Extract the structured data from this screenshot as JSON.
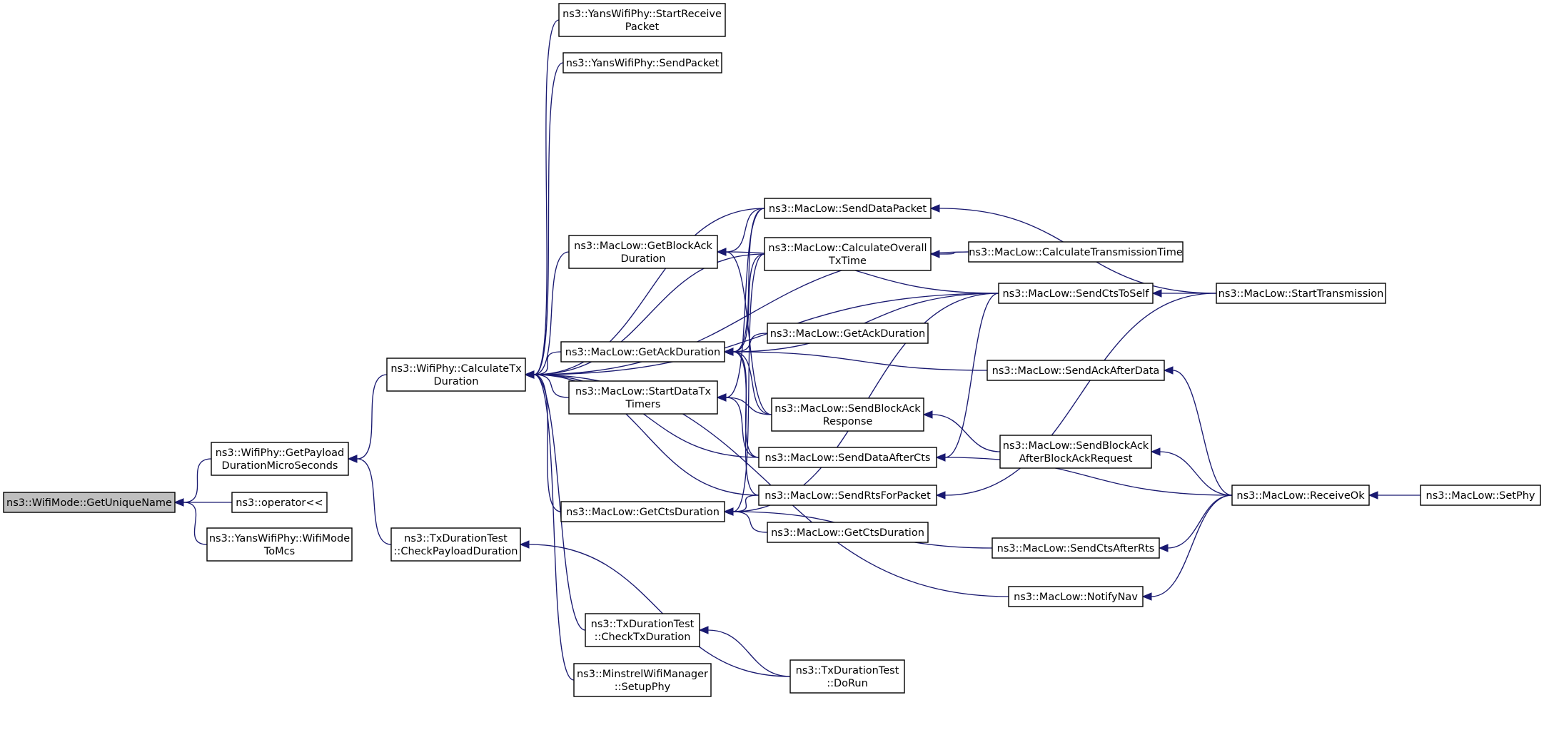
{
  "colors": {
    "edge": "#191970",
    "root_fill": "#bfbfbf",
    "node_fill": "#ffffff",
    "border": "#000000"
  },
  "nodes": {
    "wifimode_getuniquename": {
      "lines": [
        "ns3::WifiMode::GetUniqueName"
      ]
    },
    "wifiphy_getpayload": {
      "lines": [
        "ns3::WifiPhy::GetPayload",
        "DurationMicroSeconds"
      ]
    },
    "operator_lshift": {
      "lines": [
        "ns3::operator<<"
      ]
    },
    "yans_wifimodetomcs": {
      "lines": [
        "ns3::YansWifiPhy::WifiMode",
        "ToMcs"
      ]
    },
    "wifiphy_calculatetx": {
      "lines": [
        "ns3::WifiPhy::CalculateTx",
        "Duration"
      ]
    },
    "txdurationtest_checkpayload": {
      "lines": [
        "ns3::TxDurationTest",
        "::CheckPayloadDuration"
      ]
    },
    "yans_startreceive": {
      "lines": [
        "ns3::YansWifiPhy::StartReceive",
        "Packet"
      ]
    },
    "yans_sendpacket": {
      "lines": [
        "ns3::YansWifiPhy::SendPacket"
      ]
    },
    "maclow_getblockack": {
      "lines": [
        "ns3::MacLow::GetBlockAck",
        "Duration"
      ]
    },
    "maclow_getackduration": {
      "lines": [
        "ns3::MacLow::GetAckDuration"
      ]
    },
    "maclow_startdatatx": {
      "lines": [
        "ns3::MacLow::StartDataTx",
        "Timers"
      ]
    },
    "maclow_getctsduration": {
      "lines": [
        "ns3::MacLow::GetCtsDuration"
      ]
    },
    "txdurationtest_checktx": {
      "lines": [
        "ns3::TxDurationTest",
        "::CheckTxDuration"
      ]
    },
    "minstrel_setupphy": {
      "lines": [
        "ns3::MinstrelWifiManager",
        "::SetupPhy"
      ]
    },
    "maclow_senddatapacket": {
      "lines": [
        "ns3::MacLow::SendDataPacket"
      ]
    },
    "maclow_calculateoverall": {
      "lines": [
        "ns3::MacLow::CalculateOverall",
        "TxTime"
      ]
    },
    "maclow_getackduration2": {
      "lines": [
        "ns3::MacLow::GetAckDuration"
      ]
    },
    "maclow_sendblockackresponse": {
      "lines": [
        "ns3::MacLow::SendBlockAck",
        "Response"
      ]
    },
    "maclow_senddataafterects": {
      "lines": [
        "ns3::MacLow::SendDataAfterCts"
      ]
    },
    "maclow_sendrtsforpacket": {
      "lines": [
        "ns3::MacLow::SendRtsForPacket"
      ]
    },
    "maclow_getctsduration2": {
      "lines": [
        "ns3::MacLow::GetCtsDuration"
      ]
    },
    "txdurationtest_dorun": {
      "lines": [
        "ns3::TxDurationTest",
        "::DoRun"
      ]
    },
    "maclow_calctransmissiontime": {
      "lines": [
        "ns3::MacLow::CalculateTransmissionTime"
      ]
    },
    "maclow_sendctstoself": {
      "lines": [
        "ns3::MacLow::SendCtsToSelf"
      ]
    },
    "maclow_sendackafterdata": {
      "lines": [
        "ns3::MacLow::SendAckAfterData"
      ]
    },
    "maclow_sendblockackafterbar": {
      "lines": [
        "ns3::MacLow::SendBlockAck",
        "AfterBlockAckRequest"
      ]
    },
    "maclow_sendctsafterrts": {
      "lines": [
        "ns3::MacLow::SendCtsAfterRts"
      ]
    },
    "maclow_notifynav": {
      "lines": [
        "ns3::MacLow::NotifyNav"
      ]
    },
    "maclow_starttransmission": {
      "lines": [
        "ns3::MacLow::StartTransmission"
      ]
    },
    "maclow_receiveok": {
      "lines": [
        "ns3::MacLow::ReceiveOk"
      ]
    },
    "maclow_setphy": {
      "lines": [
        "ns3::MacLow::SetPhy"
      ]
    }
  },
  "edges": [
    [
      "wifimode_getuniquename",
      "wifiphy_getpayload"
    ],
    [
      "wifimode_getuniquename",
      "operator_lshift"
    ],
    [
      "wifimode_getuniquename",
      "yans_wifimodetomcs"
    ],
    [
      "wifiphy_getpayload",
      "wifiphy_calculatetx"
    ],
    [
      "wifiphy_getpayload",
      "txdurationtest_checkpayload"
    ],
    [
      "wifiphy_calculatetx",
      "yans_startreceive"
    ],
    [
      "wifiphy_calculatetx",
      "yans_sendpacket"
    ],
    [
      "wifiphy_calculatetx",
      "maclow_getblockack"
    ],
    [
      "wifiphy_calculatetx",
      "maclow_getackduration"
    ],
    [
      "wifiphy_calculatetx",
      "maclow_startdatatx"
    ],
    [
      "wifiphy_calculatetx",
      "maclow_getctsduration"
    ],
    [
      "wifiphy_calculatetx",
      "txdurationtest_checktx"
    ],
    [
      "wifiphy_calculatetx",
      "minstrel_setupphy"
    ],
    [
      "wifiphy_calculatetx",
      "maclow_senddatapacket"
    ],
    [
      "wifiphy_calculatetx",
      "maclow_calculateoverall"
    ],
    [
      "wifiphy_calculatetx",
      "maclow_senddataafterects"
    ],
    [
      "wifiphy_calculatetx",
      "maclow_sendrtsforpacket"
    ],
    [
      "wifiphy_calculatetx",
      "maclow_calctransmissiontime"
    ],
    [
      "wifiphy_calculatetx",
      "maclow_sendctstoself"
    ],
    [
      "wifiphy_calculatetx",
      "maclow_notifynav"
    ],
    [
      "txdurationtest_checkpayload",
      "txdurationtest_dorun"
    ],
    [
      "maclow_getblockack",
      "maclow_senddatapacket"
    ],
    [
      "maclow_getblockack",
      "maclow_sendctstoself"
    ],
    [
      "maclow_getblockack",
      "maclow_sendblockackresponse"
    ],
    [
      "maclow_getackduration",
      "maclow_senddatapacket"
    ],
    [
      "maclow_getackduration",
      "maclow_calculateoverall"
    ],
    [
      "maclow_getackduration",
      "maclow_sendctstoself"
    ],
    [
      "maclow_getackduration",
      "maclow_getackduration2"
    ],
    [
      "maclow_getackduration",
      "maclow_sendackafterdata"
    ],
    [
      "maclow_getackduration",
      "maclow_sendblockackresponse"
    ],
    [
      "maclow_getackduration",
      "maclow_senddataafterects"
    ],
    [
      "maclow_getackduration",
      "maclow_sendrtsforpacket"
    ],
    [
      "maclow_startdatatx",
      "maclow_senddatapacket"
    ],
    [
      "maclow_startdatatx",
      "maclow_sendblockackresponse"
    ],
    [
      "maclow_startdatatx",
      "maclow_senddataafterects"
    ],
    [
      "maclow_getctsduration",
      "maclow_calculateoverall"
    ],
    [
      "maclow_getctsduration",
      "maclow_sendctstoself"
    ],
    [
      "maclow_getctsduration",
      "maclow_sendrtsforpacket"
    ],
    [
      "maclow_getctsduration",
      "maclow_getctsduration2"
    ],
    [
      "maclow_getctsduration",
      "maclow_sendctsafterrts"
    ],
    [
      "txdurationtest_checktx",
      "txdurationtest_dorun"
    ],
    [
      "maclow_senddatapacket",
      "maclow_starttransmission"
    ],
    [
      "maclow_calculateoverall",
      "maclow_calctransmissiontime"
    ],
    [
      "maclow_sendblockackresponse",
      "maclow_sendblockackafterbar"
    ],
    [
      "maclow_senddataafterects",
      "maclow_receiveok"
    ],
    [
      "maclow_sendrtsforpacket",
      "maclow_starttransmission"
    ],
    [
      "maclow_sendctstoself",
      "maclow_starttransmission"
    ],
    [
      "maclow_sendackafterdata",
      "maclow_receiveok"
    ],
    [
      "maclow_sendblockackafterbar",
      "maclow_receiveok"
    ],
    [
      "maclow_sendctsafterrts",
      "maclow_receiveok"
    ],
    [
      "maclow_notifynav",
      "maclow_receiveok"
    ],
    [
      "maclow_receiveok",
      "maclow_setphy"
    ],
    [
      "maclow_senddataafterects",
      "maclow_sendctstoself"
    ]
  ]
}
